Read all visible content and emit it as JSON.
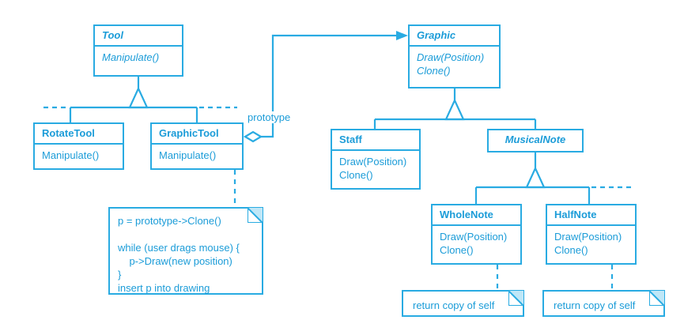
{
  "diagram": {
    "title": "Prototype pattern structure diagram",
    "accent_color": "#29ABE2",
    "text_color": "#1B9CD8",
    "background": "#ffffff",
    "classes": [
      {
        "id": "tool",
        "name": "Tool",
        "abstract": true,
        "operations": [
          "Manipulate()"
        ],
        "operations_abstract": true
      },
      {
        "id": "rotate-tool",
        "name": "RotateTool",
        "abstract": false,
        "operations": [
          "Manipulate()"
        ],
        "operations_abstract": false
      },
      {
        "id": "graphic-tool",
        "name": "GraphicTool",
        "abstract": false,
        "operations": [
          "Manipulate()"
        ],
        "operations_abstract": false
      },
      {
        "id": "graphic",
        "name": "Graphic",
        "abstract": true,
        "operations": [
          "Draw(Position)",
          "Clone()"
        ],
        "operations_abstract": true
      },
      {
        "id": "staff",
        "name": "Staff",
        "abstract": false,
        "operations": [
          "Draw(Position)",
          "Clone()"
        ],
        "operations_abstract": false
      },
      {
        "id": "musical-note",
        "name": "MusicalNote",
        "abstract": true,
        "operations": [],
        "operations_abstract": false
      },
      {
        "id": "whole-note",
        "name": "WholeNote",
        "abstract": false,
        "operations": [
          "Draw(Position)",
          "Clone()"
        ],
        "operations_abstract": false
      },
      {
        "id": "half-note",
        "name": "HalfNote",
        "abstract": false,
        "operations": [
          "Draw(Position)",
          "Clone()"
        ],
        "operations_abstract": false
      }
    ],
    "notes": [
      {
        "id": "graphic-tool-manipulate-note",
        "attached_to": "graphic-tool",
        "text": "p = prototype->Clone()\n\nwhile (user drags mouse) {\n    p->Draw(new position)\n}\ninsert p into drawing"
      },
      {
        "id": "whole-note-clone-note",
        "attached_to": "whole-note",
        "text": "return copy of self"
      },
      {
        "id": "half-note-clone-note",
        "attached_to": "half-note",
        "text": "return copy of self"
      }
    ],
    "associations": [
      {
        "id": "graphic-tool-prototype",
        "from": "graphic-tool",
        "to": "graphic",
        "label": "prototype",
        "kind": "aggregation-directed"
      }
    ],
    "generalizations": [
      {
        "parent": "tool",
        "children": [
          "rotate-tool",
          "graphic-tool"
        ]
      },
      {
        "parent": "graphic",
        "children": [
          "staff",
          "musical-note"
        ]
      },
      {
        "parent": "musical-note",
        "children": [
          "whole-note",
          "half-note"
        ]
      }
    ]
  }
}
